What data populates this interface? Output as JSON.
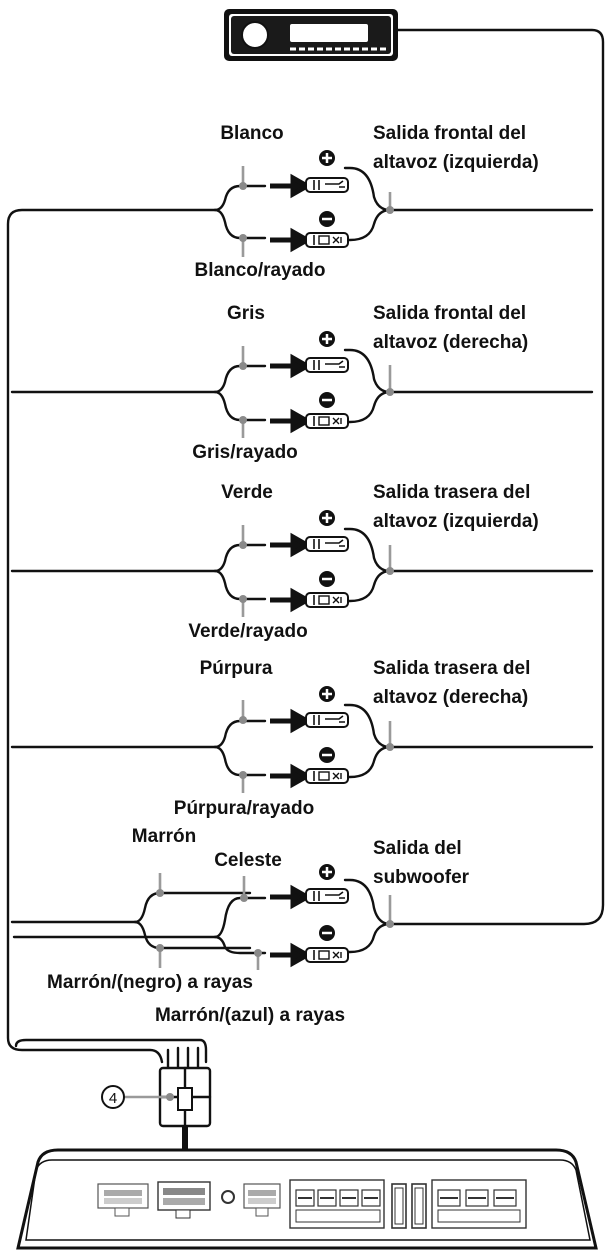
{
  "groups": [
    {
      "positive_wire": "Blanco",
      "negative_wire": "Blanco/rayado",
      "output_line1": "Salida frontal del",
      "output_line2": "altavoz (izquierda)"
    },
    {
      "positive_wire": "Gris",
      "negative_wire": "Gris/rayado",
      "output_line1": "Salida frontal del",
      "output_line2": "altavoz (derecha)"
    },
    {
      "positive_wire": "Verde",
      "negative_wire": "Verde/rayado",
      "output_line1": "Salida trasera del",
      "output_line2": "altavoz (izquierda)"
    },
    {
      "positive_wire": "Púrpura",
      "negative_wire": "Púrpura/rayado",
      "output_line1": "Salida trasera del",
      "output_line2": "altavoz (derecha)"
    }
  ],
  "subwoofer": {
    "wire_a": "Marrón",
    "wire_b": "Celeste",
    "wire_a_stripe": "Marrón/(negro) a rayas",
    "wire_b_stripe": "Marrón/(azul) a rayas",
    "output_line1": "Salida del",
    "output_line2": "subwoofer"
  },
  "callout_number": "4",
  "colors": {
    "line": "#111111",
    "lead": "#9a9a9a",
    "background": "#ffffff"
  }
}
